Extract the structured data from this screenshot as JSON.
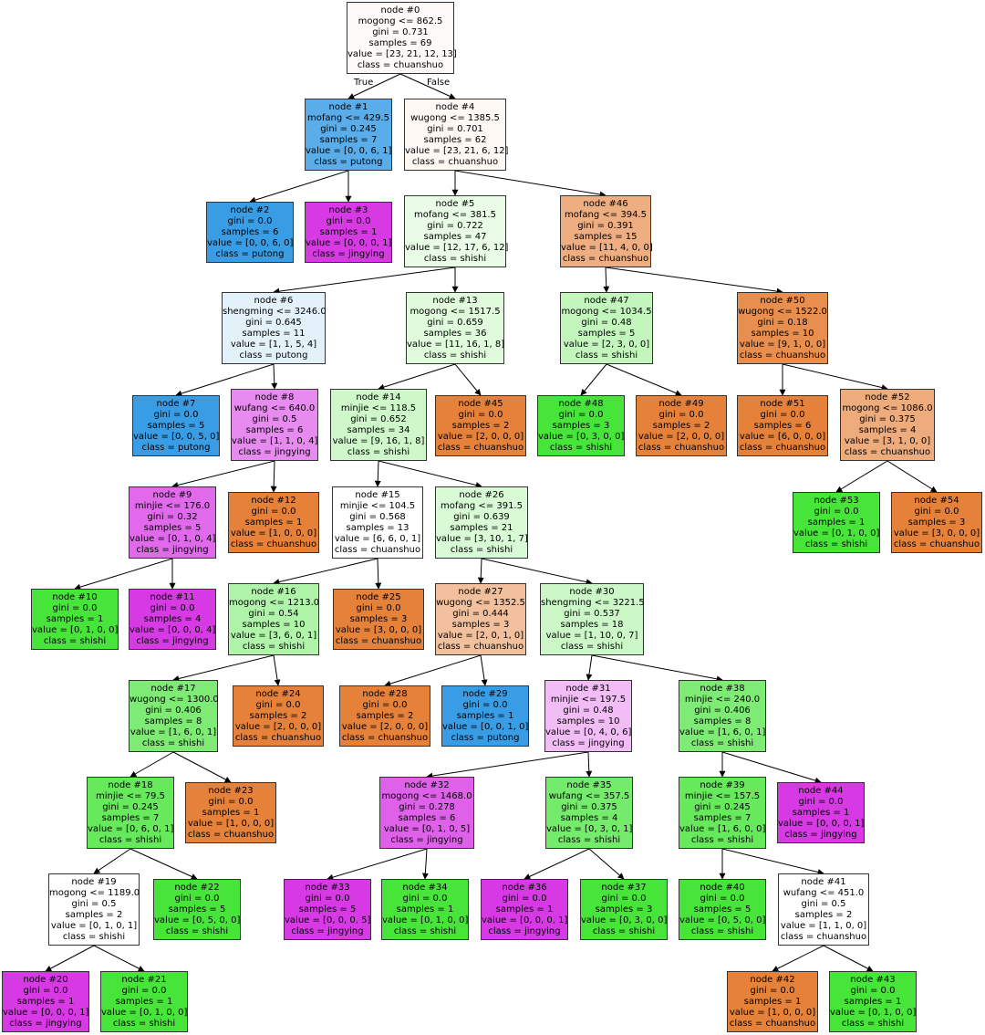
{
  "edge_labels": {
    "true": "True",
    "false": "False"
  },
  "colors": {
    "chuanshuo": "#e58139",
    "shishi": "#47e539",
    "putong": "#399de5",
    "jingying": "#d739e5"
  },
  "class_order": [
    "chuanshuo",
    "shishi",
    "putong",
    "jingying"
  ],
  "nodes": [
    {
      "id": 0,
      "lines": [
        "node #0",
        "mogong <= 862.5",
        "gini = 0.731",
        "samples = 69",
        "value = [23, 21, 12, 13]",
        "class = chuanshuo"
      ],
      "fill": "#fefaf7"
    },
    {
      "id": 1,
      "lines": [
        "node #1",
        "mofang <= 429.5",
        "gini = 0.245",
        "samples = 7",
        "value = [0, 0, 6, 1]",
        "class = putong"
      ],
      "fill": "#5aade9"
    },
    {
      "id": 2,
      "lines": [
        "node #2",
        "gini = 0.0",
        "samples = 6",
        "value = [0, 0, 6, 0]",
        "class = putong"
      ],
      "fill": "#399de5"
    },
    {
      "id": 3,
      "lines": [
        "node #3",
        "gini = 0.0",
        "samples = 1",
        "value = [0, 0, 0, 1]",
        "class = jingying"
      ],
      "fill": "#d739e5"
    },
    {
      "id": 4,
      "lines": [
        "node #4",
        "wugong <= 1385.5",
        "gini = 0.701",
        "samples = 62",
        "value = [23, 21, 6, 12]",
        "class = chuanshuo"
      ],
      "fill": "#fef8f5"
    },
    {
      "id": 5,
      "lines": [
        "node #5",
        "mofang <= 381.5",
        "gini = 0.722",
        "samples = 47",
        "value = [12, 17, 6, 12]",
        "class = shishi"
      ],
      "fill": "#e8fce6"
    },
    {
      "id": 6,
      "lines": [
        "node #6",
        "shengming <= 3246.0",
        "gini = 0.645",
        "samples = 11",
        "value = [1, 1, 5, 4]",
        "class = putong"
      ],
      "fill": "#e3f1fb"
    },
    {
      "id": 7,
      "lines": [
        "node #7",
        "gini = 0.0",
        "samples = 5",
        "value = [0, 0, 5, 0]",
        "class = putong"
      ],
      "fill": "#399de5"
    },
    {
      "id": 8,
      "lines": [
        "node #8",
        "wufang <= 640.0",
        "gini = 0.5",
        "samples = 6",
        "value = [1, 1, 0, 4]",
        "class = jingying"
      ],
      "fill": "#e88bf0"
    },
    {
      "id": 9,
      "lines": [
        "node #9",
        "minjie <= 176.0",
        "gini = 0.32",
        "samples = 5",
        "value = [0, 1, 0, 4]",
        "class = jingying"
      ],
      "fill": "#e16aec"
    },
    {
      "id": 10,
      "lines": [
        "node #10",
        "gini = 0.0",
        "samples = 1",
        "value = [0, 1, 0, 0]",
        "class = shishi"
      ],
      "fill": "#47e539"
    },
    {
      "id": 11,
      "lines": [
        "node #11",
        "gini = 0.0",
        "samples = 4",
        "value = [0, 0, 0, 4]",
        "class = jingying"
      ],
      "fill": "#d739e5"
    },
    {
      "id": 12,
      "lines": [
        "node #12",
        "gini = 0.0",
        "samples = 1",
        "value = [1, 0, 0, 0]",
        "class = chuanshuo"
      ],
      "fill": "#e58139"
    },
    {
      "id": 13,
      "lines": [
        "node #13",
        "mogong <= 1517.5",
        "gini = 0.659",
        "samples = 36",
        "value = [11, 16, 1, 8]",
        "class = shishi"
      ],
      "fill": "#dffbdc"
    },
    {
      "id": 14,
      "lines": [
        "node #14",
        "minjie <= 118.5",
        "gini = 0.652",
        "samples = 34",
        "value = [9, 16, 1, 8]",
        "class = shishi"
      ],
      "fill": "#cef8ca"
    },
    {
      "id": 15,
      "lines": [
        "node #15",
        "minjie <= 104.5",
        "gini = 0.568",
        "samples = 13",
        "value = [6, 6, 0, 1]",
        "class = chuanshuo"
      ],
      "fill": "#ffffff"
    },
    {
      "id": 16,
      "lines": [
        "node #16",
        "mogong <= 1213.0",
        "gini = 0.54",
        "samples = 10",
        "value = [3, 6, 0, 1]",
        "class = shishi"
      ],
      "fill": "#b0f4aa"
    },
    {
      "id": 17,
      "lines": [
        "node #17",
        "wugong <= 1300.0",
        "gini = 0.406",
        "samples = 8",
        "value = [1, 6, 0, 1]",
        "class = shishi"
      ],
      "fill": "#7eec74"
    },
    {
      "id": 18,
      "lines": [
        "node #18",
        "minjie <= 79.5",
        "gini = 0.245",
        "samples = 7",
        "value = [0, 6, 0, 1]",
        "class = shishi"
      ],
      "fill": "#66e95a"
    },
    {
      "id": 19,
      "lines": [
        "node #19",
        "mogong <= 1189.0",
        "gini = 0.5",
        "samples = 2",
        "value = [0, 1, 0, 1]",
        "class = shishi"
      ],
      "fill": "#ffffff"
    },
    {
      "id": 20,
      "lines": [
        "node #20",
        "gini = 0.0",
        "samples = 1",
        "value = [0, 0, 0, 1]",
        "class = jingying"
      ],
      "fill": "#d739e5"
    },
    {
      "id": 21,
      "lines": [
        "node #21",
        "gini = 0.0",
        "samples = 1",
        "value = [0, 1, 0, 0]",
        "class = shishi"
      ],
      "fill": "#47e539"
    },
    {
      "id": 22,
      "lines": [
        "node #22",
        "gini = 0.0",
        "samples = 5",
        "value = [0, 5, 0, 0]",
        "class = shishi"
      ],
      "fill": "#47e539"
    },
    {
      "id": 23,
      "lines": [
        "node #23",
        "gini = 0.0",
        "samples = 1",
        "value = [1, 0, 0, 0]",
        "class = chuanshuo"
      ],
      "fill": "#e58139"
    },
    {
      "id": 24,
      "lines": [
        "node #24",
        "gini = 0.0",
        "samples = 2",
        "value = [2, 0, 0, 0]",
        "class = chuanshuo"
      ],
      "fill": "#e58139"
    },
    {
      "id": 25,
      "lines": [
        "node #25",
        "gini = 0.0",
        "samples = 3",
        "value = [3, 0, 0, 0]",
        "class = chuanshuo"
      ],
      "fill": "#e58139"
    },
    {
      "id": 26,
      "lines": [
        "node #26",
        "mofang <= 391.5",
        "gini = 0.639",
        "samples = 21",
        "value = [3, 10, 1, 7]",
        "class = shishi"
      ],
      "fill": "#d8fad5"
    },
    {
      "id": 27,
      "lines": [
        "node #27",
        "wugong <= 1352.5",
        "gini = 0.444",
        "samples = 3",
        "value = [2, 0, 1, 0]",
        "class = chuanshuo"
      ],
      "fill": "#f2c09c"
    },
    {
      "id": 28,
      "lines": [
        "node #28",
        "gini = 0.0",
        "samples = 2",
        "value = [2, 0, 0, 0]",
        "class = chuanshuo"
      ],
      "fill": "#e58139"
    },
    {
      "id": 29,
      "lines": [
        "node #29",
        "gini = 0.0",
        "samples = 1",
        "value = [0, 0, 1, 0]",
        "class = putong"
      ],
      "fill": "#399de5"
    },
    {
      "id": 30,
      "lines": [
        "node #30",
        "shengming <= 3221.5",
        "gini = 0.537",
        "samples = 18",
        "value = [1, 10, 0, 7]",
        "class = shishi"
      ],
      "fill": "#ccf8c8"
    },
    {
      "id": 31,
      "lines": [
        "node #31",
        "minjie <= 197.5",
        "gini = 0.48",
        "samples = 10",
        "value = [0, 4, 0, 6]",
        "class = jingying"
      ],
      "fill": "#f2bdf6"
    },
    {
      "id": 32,
      "lines": [
        "node #32",
        "mogong <= 1468.0",
        "gini = 0.278",
        "samples = 6",
        "value = [0, 1, 0, 5]",
        "class = jingying"
      ],
      "fill": "#df61ea"
    },
    {
      "id": 33,
      "lines": [
        "node #33",
        "gini = 0.0",
        "samples = 5",
        "value = [0, 0, 0, 5]",
        "class = jingying"
      ],
      "fill": "#d739e5"
    },
    {
      "id": 34,
      "lines": [
        "node #34",
        "gini = 0.0",
        "samples = 1",
        "value = [0, 1, 0, 0]",
        "class = shishi"
      ],
      "fill": "#47e539"
    },
    {
      "id": 35,
      "lines": [
        "node #35",
        "wufang <= 357.5",
        "gini = 0.375",
        "samples = 4",
        "value = [0, 3, 0, 1]",
        "class = shishi"
      ],
      "fill": "#75eb6b"
    },
    {
      "id": 36,
      "lines": [
        "node #36",
        "gini = 0.0",
        "samples = 1",
        "value = [0, 0, 0, 1]",
        "class = jingying"
      ],
      "fill": "#d739e5"
    },
    {
      "id": 37,
      "lines": [
        "node #37",
        "gini = 0.0",
        "samples = 3",
        "value = [0, 3, 0, 0]",
        "class = shishi"
      ],
      "fill": "#47e539"
    },
    {
      "id": 38,
      "lines": [
        "node #38",
        "minjie <= 240.0",
        "gini = 0.406",
        "samples = 8",
        "value = [1, 6, 0, 1]",
        "class = shishi"
      ],
      "fill": "#7eec74"
    },
    {
      "id": 39,
      "lines": [
        "node #39",
        "minjie <= 157.5",
        "gini = 0.245",
        "samples = 7",
        "value = [1, 6, 0, 0]",
        "class = shishi"
      ],
      "fill": "#66e95a"
    },
    {
      "id": 40,
      "lines": [
        "node #40",
        "gini = 0.0",
        "samples = 5",
        "value = [0, 5, 0, 0]",
        "class = shishi"
      ],
      "fill": "#47e539"
    },
    {
      "id": 41,
      "lines": [
        "node #41",
        "wufang <= 451.0",
        "gini = 0.5",
        "samples = 2",
        "value = [1, 1, 0, 0]",
        "class = chuanshuo"
      ],
      "fill": "#ffffff"
    },
    {
      "id": 42,
      "lines": [
        "node #42",
        "gini = 0.0",
        "samples = 1",
        "value = [1, 0, 0, 0]",
        "class = chuanshuo"
      ],
      "fill": "#e58139"
    },
    {
      "id": 43,
      "lines": [
        "node #43",
        "gini = 0.0",
        "samples = 1",
        "value = [0, 1, 0, 0]",
        "class = shishi"
      ],
      "fill": "#47e539"
    },
    {
      "id": 44,
      "lines": [
        "node #44",
        "gini = 0.0",
        "samples = 1",
        "value = [0, 0, 0, 1]",
        "class = jingying"
      ],
      "fill": "#d739e5"
    },
    {
      "id": 45,
      "lines": [
        "node #45",
        "gini = 0.0",
        "samples = 2",
        "value = [2, 0, 0, 0]",
        "class = chuanshuo"
      ],
      "fill": "#e58139"
    },
    {
      "id": 46,
      "lines": [
        "node #46",
        "mofang <= 394.5",
        "gini = 0.391",
        "samples = 15",
        "value = [11, 4, 0, 0]",
        "class = chuanshuo"
      ],
      "fill": "#eeae81"
    },
    {
      "id": 47,
      "lines": [
        "node #47",
        "mogong <= 1034.5",
        "gini = 0.48",
        "samples = 5",
        "value = [2, 3, 0, 0]",
        "class = shishi"
      ],
      "fill": "#c2f6bd"
    },
    {
      "id": 48,
      "lines": [
        "node #48",
        "gini = 0.0",
        "samples = 3",
        "value = [0, 3, 0, 0]",
        "class = shishi"
      ],
      "fill": "#47e539"
    },
    {
      "id": 49,
      "lines": [
        "node #49",
        "gini = 0.0",
        "samples = 2",
        "value = [2, 0, 0, 0]",
        "class = chuanshuo"
      ],
      "fill": "#e58139"
    },
    {
      "id": 50,
      "lines": [
        "node #50",
        "wugong <= 1522.0",
        "gini = 0.18",
        "samples = 10",
        "value = [9, 1, 0, 0]",
        "class = chuanshuo"
      ],
      "fill": "#e88f4f"
    },
    {
      "id": 51,
      "lines": [
        "node #51",
        "gini = 0.0",
        "samples = 6",
        "value = [6, 0, 0, 0]",
        "class = chuanshuo"
      ],
      "fill": "#e58139"
    },
    {
      "id": 52,
      "lines": [
        "node #52",
        "mogong <= 1086.0",
        "gini = 0.375",
        "samples = 4",
        "value = [3, 1, 0, 0]",
        "class = chuanshuo"
      ],
      "fill": "#eeab7b"
    },
    {
      "id": 53,
      "lines": [
        "node #53",
        "gini = 0.0",
        "samples = 1",
        "value = [0, 1, 0, 0]",
        "class = shishi"
      ],
      "fill": "#47e539"
    },
    {
      "id": 54,
      "lines": [
        "node #54",
        "gini = 0.0",
        "samples = 3",
        "value = [3, 0, 0, 0]",
        "class = chuanshuo"
      ],
      "fill": "#e58139"
    }
  ],
  "edges": [
    [
      0,
      1
    ],
    [
      0,
      4
    ],
    [
      1,
      2
    ],
    [
      1,
      3
    ],
    [
      4,
      5
    ],
    [
      4,
      46
    ],
    [
      5,
      6
    ],
    [
      5,
      13
    ],
    [
      6,
      7
    ],
    [
      6,
      8
    ],
    [
      8,
      9
    ],
    [
      8,
      12
    ],
    [
      9,
      10
    ],
    [
      9,
      11
    ],
    [
      13,
      14
    ],
    [
      13,
      45
    ],
    [
      14,
      15
    ],
    [
      14,
      26
    ],
    [
      15,
      16
    ],
    [
      15,
      25
    ],
    [
      16,
      17
    ],
    [
      16,
      24
    ],
    [
      17,
      18
    ],
    [
      17,
      23
    ],
    [
      18,
      19
    ],
    [
      18,
      22
    ],
    [
      19,
      20
    ],
    [
      19,
      21
    ],
    [
      26,
      27
    ],
    [
      26,
      30
    ],
    [
      27,
      28
    ],
    [
      27,
      29
    ],
    [
      30,
      31
    ],
    [
      30,
      38
    ],
    [
      31,
      32
    ],
    [
      31,
      35
    ],
    [
      32,
      33
    ],
    [
      32,
      34
    ],
    [
      35,
      36
    ],
    [
      35,
      37
    ],
    [
      38,
      39
    ],
    [
      38,
      44
    ],
    [
      39,
      40
    ],
    [
      39,
      41
    ],
    [
      41,
      42
    ],
    [
      41,
      43
    ],
    [
      46,
      47
    ],
    [
      46,
      50
    ],
    [
      47,
      48
    ],
    [
      47,
      49
    ],
    [
      50,
      51
    ],
    [
      50,
      52
    ],
    [
      52,
      53
    ],
    [
      52,
      54
    ]
  ]
}
